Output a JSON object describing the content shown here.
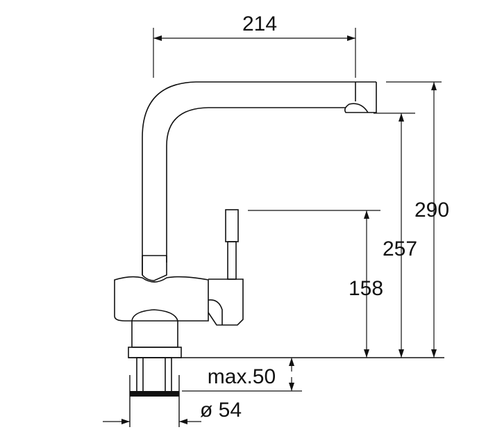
{
  "drawing": {
    "labels": {
      "spout_reach": "214",
      "total_height": "290",
      "spout_height": "257",
      "handle_height": "158",
      "max_deck_thickness": "max.50",
      "hole_diameter": "ø 54"
    }
  }
}
